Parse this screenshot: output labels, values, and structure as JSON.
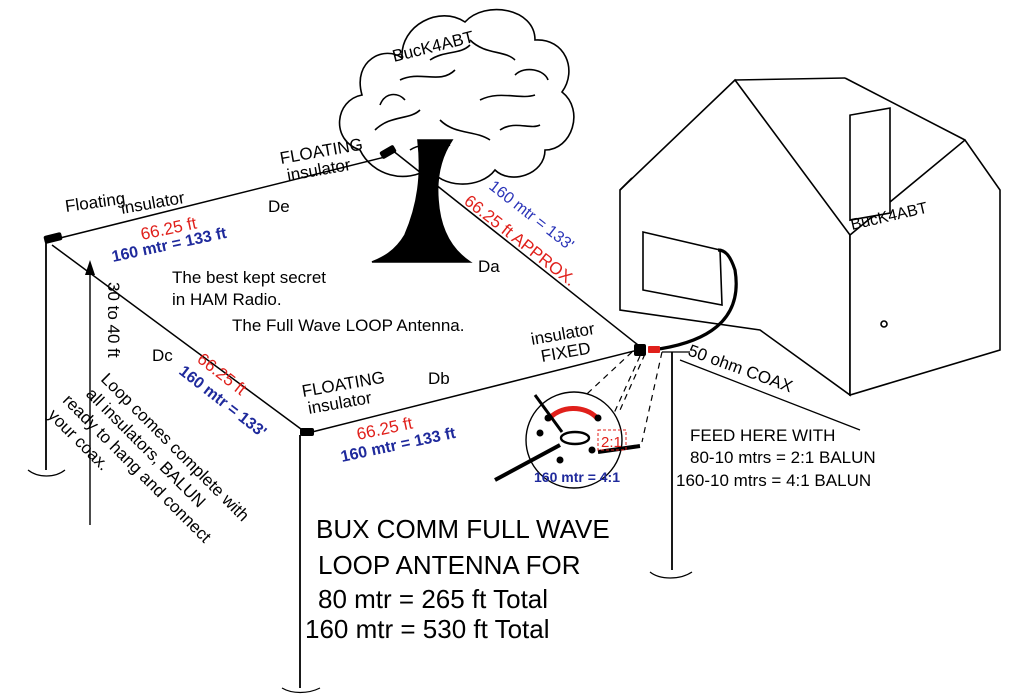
{
  "labels": {
    "tree_owner": "BucK4ABT",
    "house_owner": "BucK4ABT",
    "floating_top_1": "FLOATING",
    "floating_top_2": "insulator",
    "floating_left_1": "Floating",
    "floating_left_2": "insulator",
    "floating_bottom_1": "FLOATING",
    "floating_bottom_2": "insulator",
    "insulator_fixed_1": "insulator",
    "insulator_fixed_2": "FIXED",
    "de": "De",
    "da": "Da",
    "db": "Db",
    "dc": "Dc",
    "height": "30 to 40 ft",
    "coax": "50 ohm COAX",
    "balun_ratio": "2:1",
    "balun_160": "160 mtr = 4:1"
  },
  "segments": {
    "de": {
      "ft": "66.25 ft",
      "mtr": "160 mtr = 133 ft"
    },
    "da": {
      "ft": "66.25 ft  APPROX.",
      "mtr": "160 mtr = 133'"
    },
    "dc": {
      "ft": "66.25 ft",
      "mtr": "160 mtr = 133'"
    },
    "db": {
      "ft": "66.25 ft",
      "mtr": "160 mtr = 133 ft"
    }
  },
  "secret": {
    "line1": "The best kept secret",
    "line2": "in HAM Radio.",
    "line3": "The Full Wave LOOP Antenna."
  },
  "complete": {
    "line1": "Loop comes complete with",
    "line2": "all insulators, BALUN",
    "line3": "ready to hang and connect",
    "line4": "your coax."
  },
  "feed": {
    "line1": "FEED HERE WITH",
    "line2": "80-10 mtrs = 2:1 BALUN",
    "line3": "160-10 mtrs = 4:1 BALUN"
  },
  "title": {
    "line1": "BUX COMM FULL WAVE",
    "line2": "LOOP ANTENNA FOR",
    "line3": "80 mtr = 265 ft Total",
    "line4": "160 mtr = 530 ft Total"
  },
  "colors": {
    "ink": "#000000",
    "red": "#e0201b",
    "blue": "#1f2a9c"
  }
}
